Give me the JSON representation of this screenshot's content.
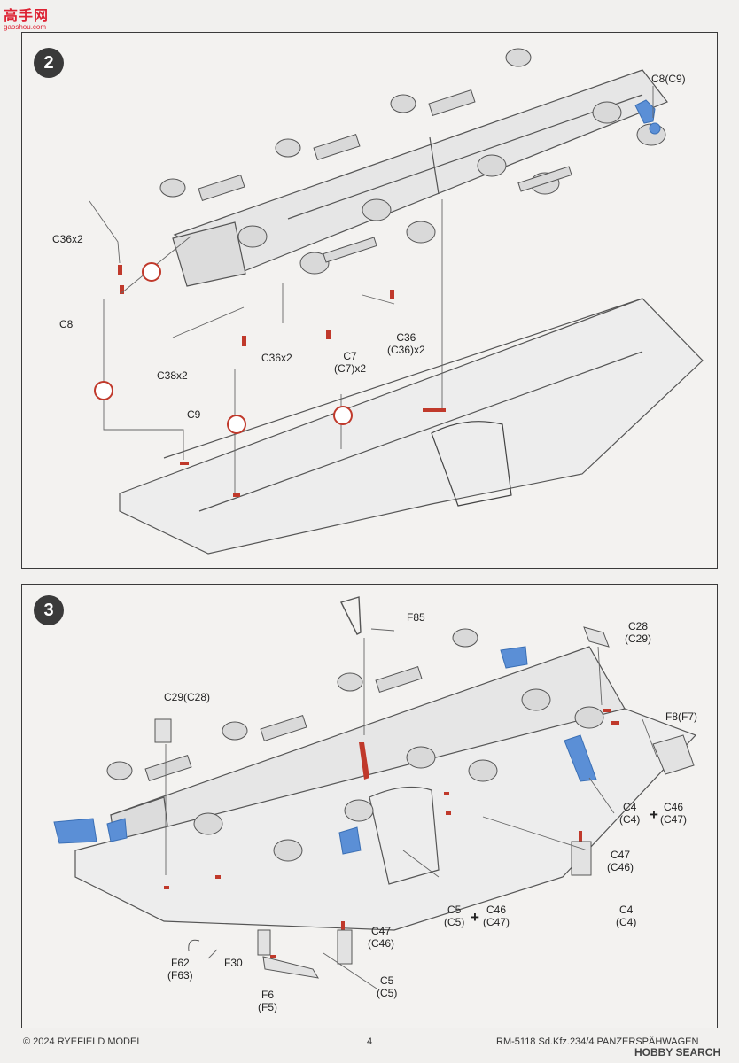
{
  "watermark": {
    "logo": "高手网",
    "url": "gaoshou.com"
  },
  "step2": {
    "number": "2",
    "labels": {
      "c8c9": "C8(C9)",
      "c36x2_a": "C36x2",
      "c8": "C8",
      "c36x2_b": "C36x2",
      "c38x2": "C38x2",
      "c9": "C9",
      "c7": "C7\n(C7)x2",
      "c36": "C36\n(C36)x2"
    }
  },
  "step3": {
    "number": "3",
    "labels": {
      "f85": "F85",
      "c28": "C28\n(C29)",
      "c29": "C29(C28)",
      "f8": "F8(F7)",
      "c4_left": "C4\n(C4)",
      "c46_right": "C46\n(C47)",
      "c47_right": "C47\n(C46)",
      "c4_right": "C4\n(C4)",
      "c5_left": "C5\n(C5)",
      "c46_mid": "C46\n(C47)",
      "c47_bottom": "C47\n(C46)",
      "c5_bottom": "C5\n(C5)",
      "f62": "F62\n(F63)",
      "f30": "F30",
      "f6": "F6\n(F5)",
      "plus1": "+",
      "plus2": "+"
    }
  },
  "footer": {
    "copyright": "© 2024 RYEFIELD MODEL",
    "page": "4",
    "product": "RM-5118 Sd.Kfz.234/4 PANZERSPÄHWAGEN",
    "brand": "HOBBY SEARCH"
  },
  "colors": {
    "frame": "#3a3a3a",
    "accent_blue": "#5b8fd6",
    "accent_red": "#c0392b"
  }
}
